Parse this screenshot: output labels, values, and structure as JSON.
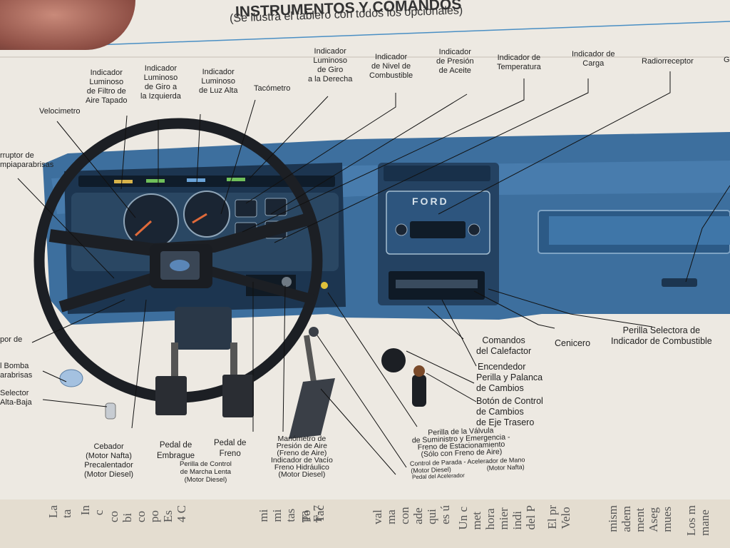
{
  "header": {
    "title": "INSTRUMENTOS Y COMANDOS",
    "subtitle": "(Se ilustra el tablero con todos los opcionales)"
  },
  "callouts": {
    "velocimetro": "Velocimetro",
    "filtro_aire": "Indicador\nLuminoso\nde Filtro de\nAire Tapado",
    "giro_izq": "Indicador\nLuminoso\nde Giro a\nla Izquierda",
    "luz_alta": "Indicador\nLuminoso\nde Luz Alta",
    "tacometro": "Tacómetro",
    "giro_der": "Indicador\nLuminoso\nde Giro\na la Derecha",
    "combustible": "Indicador\nde Nivel de\nCombustible",
    "presion_aceite": "Indicador\nde Presión\nde Aceite",
    "temperatura": "Indicador de\nTemperatura",
    "carga": "Indicador de\nCarga",
    "radio": "Radiorreceptor",
    "radio_edge": "G",
    "limpiaparabrisas": "rruptor de\nmpiaparabrisas",
    "interruptor_de": "por de",
    "bomba": "l Bomba\narabrisas",
    "selector": "Selector\nAlta-Baja",
    "cebador": "Cebador\n(Motor Nafta)\nPrecalentador\n(Motor Diesel)",
    "embrague": "Pedal de\nEmbrague",
    "freno": "Pedal de\nFreno",
    "marcha_lenta": "Perilla de Control\nde Marcha Lenta\n(Motor Diesel)",
    "manometro": "Manómetro de\nPresión de Aire\n(Freno de Aire)\nIndicador de Vacío\nFreno Hidráulico\n(Motor Diesel)",
    "valvula": "Perilla de la Válvula\nde Suministro y Emergencia -\nFreno de Estacionamiento\n(Sólo con Freno de Aire)",
    "control_parada": "Control de Parada - Acelerador de Mano\n(Motor Diesel)                    (Motor Nafta)",
    "pedal_acelerador": "Pedal del Acelerador",
    "calefactor": "Comandos\ndel Calefactor",
    "encendedor": "Encendedor",
    "palanca": "Perilla y Palanca\nde Cambios",
    "eje_trasero": "Botón de Control\nde Cambios\nde Eje Trasero",
    "cenicero": "Cenicero",
    "selectora": "Perilla Selectora de\nIndicador de Combustible"
  },
  "dash": {
    "radio_brand": "FORD"
  },
  "bottom_text": {
    "col1": "La\nta",
    "col2": "In\nc",
    "col3": "co\nbi\nco\npo\nEs\n4 C",
    "col4": "mi\nmi\ntas\npa\nF-7",
    "col5": "To\nTac",
    "col6": "val\nma\ncon\nade\nqui\nes ú",
    "col7": "Un c\nmet\nhora\nmier\nindi\ndel P",
    "col8": "El pr\nVelo",
    "col9": "mism\nadem\nment\nAseg\nmues",
    "col10": "Los m\nmane"
  },
  "colors": {
    "dash_blue": "#3d6f9e",
    "dash_dark": "#1c3550",
    "rule_blue": "#4a8fc4"
  }
}
